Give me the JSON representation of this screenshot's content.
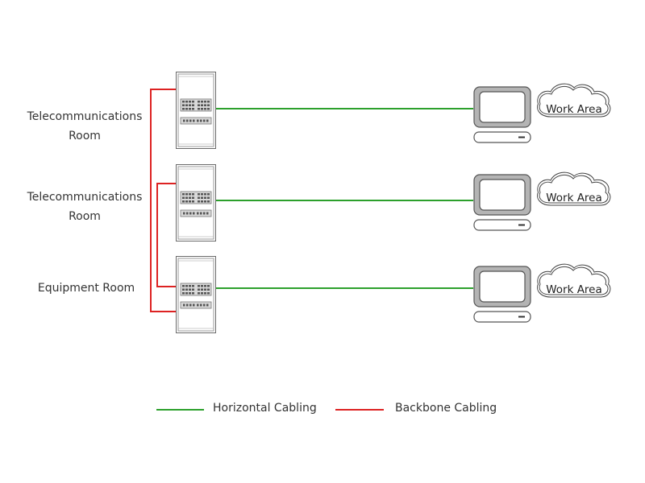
{
  "colors": {
    "horizontal": "#2ca02c",
    "backbone": "#dd2222",
    "device_outline": "#666666",
    "text": "#333333"
  },
  "rooms": [
    {
      "label_line1": "Telecommunications",
      "label_line2": "Room",
      "icon": "server-rack-icon"
    },
    {
      "label_line1": "Telecommunications",
      "label_line2": "Room",
      "icon": "server-rack-icon"
    },
    {
      "label_line1": "Equipment Room",
      "label_line2": "",
      "icon": "server-rack-icon"
    }
  ],
  "work_areas": [
    {
      "label": "Work Area",
      "icon": "computer-icon"
    },
    {
      "label": "Work Area",
      "icon": "computer-icon"
    },
    {
      "label": "Work Area",
      "icon": "computer-icon"
    }
  ],
  "legend": {
    "horizontal_label": "Horizontal Cabling",
    "backbone_label": "Backbone Cabling"
  }
}
